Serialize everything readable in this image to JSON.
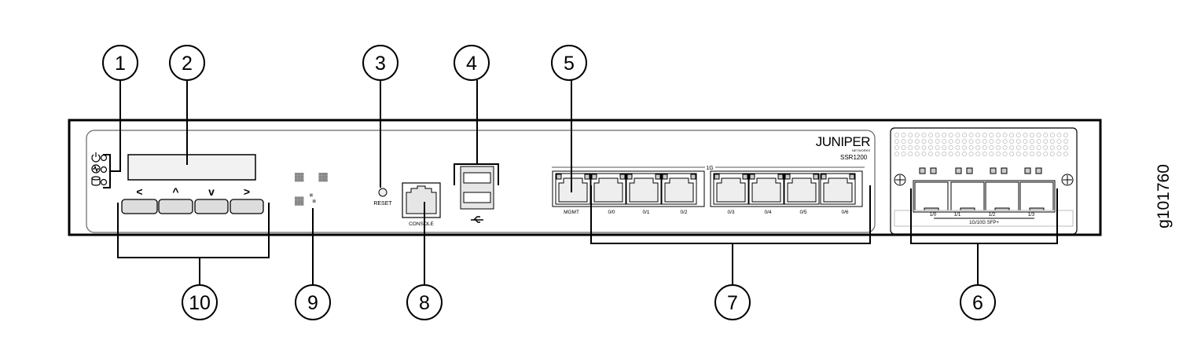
{
  "figure_id": "g101760",
  "device": {
    "brand": "JUNIPER",
    "brand_sub": "NETWORKS",
    "model": "SSR1200"
  },
  "callouts": [
    "1",
    "2",
    "3",
    "4",
    "5",
    "6",
    "7",
    "8",
    "9",
    "10"
  ],
  "nav_buttons": [
    "<",
    "^",
    "v",
    ">"
  ],
  "labels": {
    "reset": "RESET",
    "console": "CONSOLE",
    "group_1g": "1G",
    "sfp_group": "1G/10G SFP+"
  },
  "rj45_ports": [
    "MGMT",
    "0/0",
    "0/1",
    "0/2",
    "0/3",
    "0/4",
    "0/5",
    "0/6"
  ],
  "sfp_ports": [
    "1/0",
    "1/1",
    "1/2",
    "1/3"
  ]
}
